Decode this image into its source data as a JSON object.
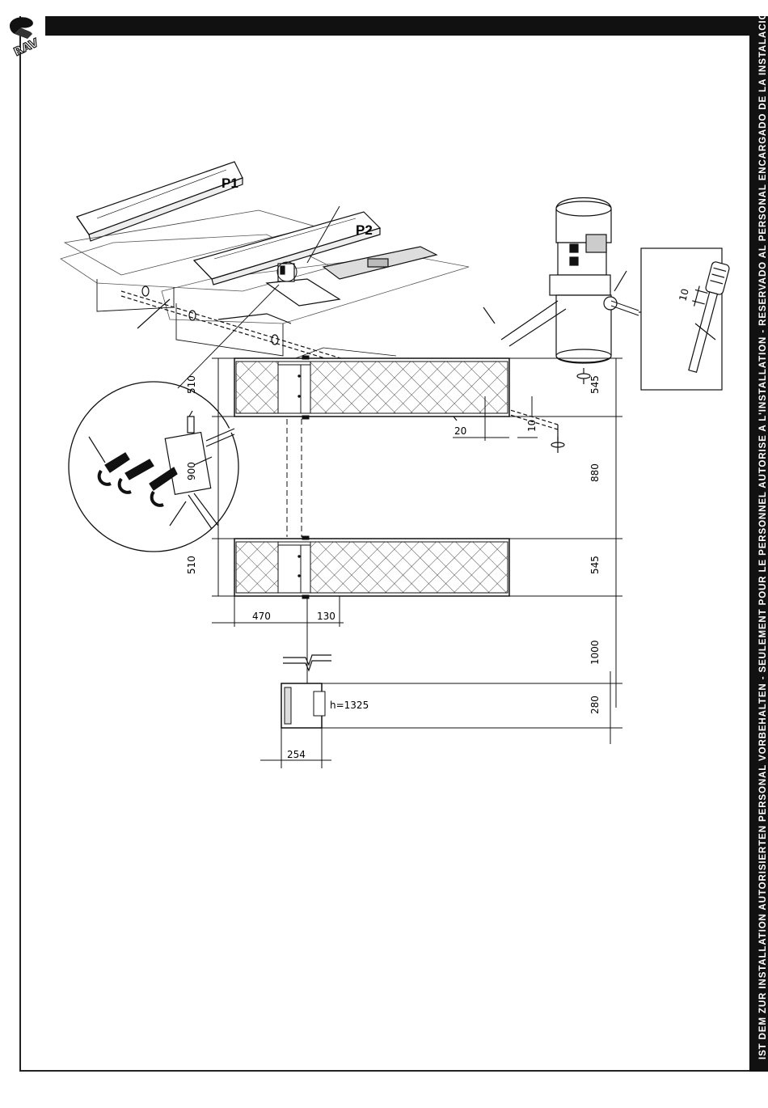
{
  "header": {
    "disclaimer": "IST DEM ZUR INSTALLATION AUTORISIERTEN PERSONAL VORBEHALTEN - SEULEMENT POUR LE PERSONNEL AUTORISE A L'INSTALLATION - RESERVADO AL PERSONAL ENCARGADO DE LA INSTALACION"
  },
  "logo": {
    "text": "RAV"
  },
  "figure_top": {
    "platform_1_label": "P1",
    "platform_2_label": "P2",
    "dipstick_dimension": "10"
  },
  "figure_plan": {
    "dim_left_top": "510",
    "dim_left_mid": "900",
    "dim_left_bottom": "510",
    "dim_right_top": "545",
    "dim_right_mid": "880",
    "dim_right_bottom": "545",
    "dim_gap": "20",
    "dim_offset": "10",
    "dim_bottom_left": "470",
    "dim_bottom_right": "130",
    "dim_to_unit": "1000",
    "dim_unit_depth": "280",
    "dim_unit_width": "254",
    "unit_height_label": "h=1325"
  }
}
